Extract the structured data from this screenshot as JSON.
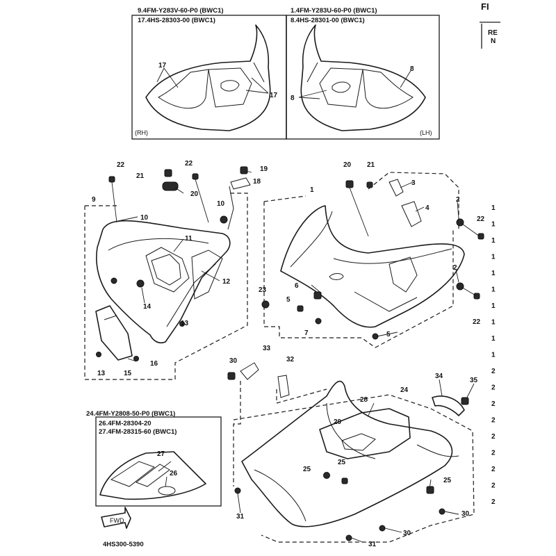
{
  "header": {
    "fig_fragment": "FI",
    "ref_fragment_1": "RE",
    "ref_fragment_2": "N"
  },
  "decal_boxes": {
    "rh": {
      "line1": "9.4FM-Y283V-60-P0 (BWC1)",
      "line2": "17.4HS-28303-00 (BWC1)",
      "side_label": "(RH)"
    },
    "lh": {
      "line1": "1.4FM-Y283U-60-P0 (BWC1)",
      "line2": "8.4HS-28301-00 (BWC1)",
      "side_label": "(LH)"
    },
    "under": {
      "line1": "24.4FM-Y2808-50-P0 (BWC1)",
      "line2": "26.4FM-28304-20",
      "line3": "27.4FM-28315-60 (BWC1)"
    }
  },
  "fwd_label": "FWD",
  "diagram_code": "4HS300-5390",
  "callouts": {
    "c1": "1",
    "c2a": "2",
    "c2b": "2",
    "c3": "3",
    "c4": "4",
    "c5a": "5",
    "c5b": "5",
    "c6": "6",
    "c7": "7",
    "c8a": "8",
    "c8b": "8",
    "c9": "9",
    "c10a": "10",
    "c10b": "10",
    "c11": "11",
    "c12": "12",
    "c13a": "13",
    "c13b": "13",
    "c14": "14",
    "c15": "15",
    "c16": "16",
    "c17a": "17",
    "c17b": "17",
    "c18": "18",
    "c19": "19",
    "c20a": "20",
    "c20b": "20",
    "c21a": "21",
    "c21b": "21",
    "c22a": "22",
    "c22b": "22",
    "c22c": "22",
    "c22d": "22",
    "c23": "23",
    "c24": "24",
    "c25a": "25",
    "c25b": "25",
    "c25c": "25",
    "c26": "26",
    "c27": "27",
    "c28": "28",
    "c29": "29",
    "c30a": "30",
    "c30b": "30",
    "c30c": "30",
    "c31a": "31",
    "c31b": "31",
    "c32": "32",
    "c33": "33",
    "c34": "34",
    "c35": "35"
  },
  "edge_numbers": [
    "1",
    "1",
    "1",
    "1",
    "1",
    "1",
    "1",
    "1",
    "1",
    "1",
    "2",
    "2",
    "2",
    "2",
    "2",
    "2",
    "2",
    "2",
    "2"
  ]
}
